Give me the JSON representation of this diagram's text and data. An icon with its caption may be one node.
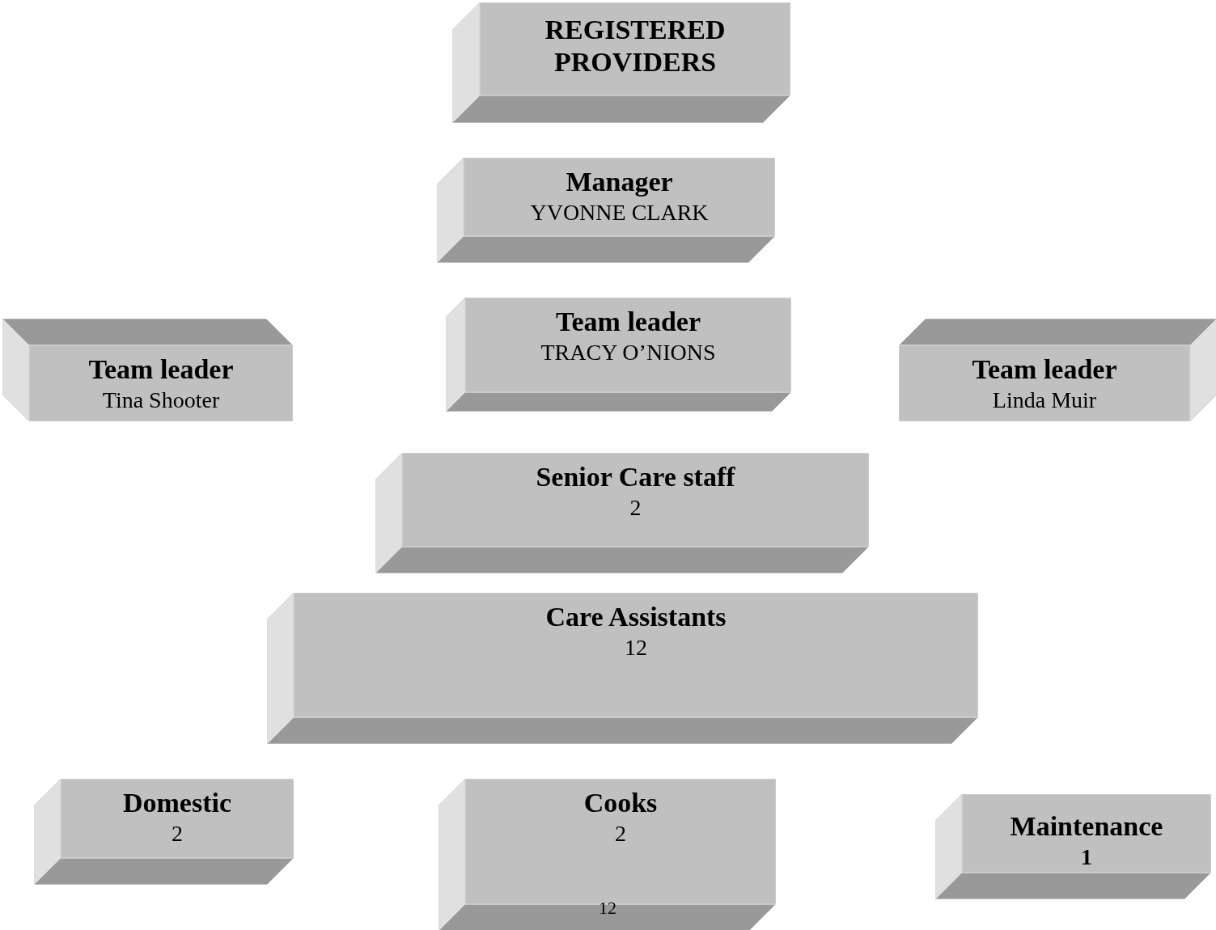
{
  "diagram": {
    "nodes": [
      {
        "text": [
          "REGISTERED PROVIDERS"
        ]
      },
      {
        "text": [
          "Manager",
          "YVONNE CLARK"
        ]
      },
      {
        "text": [
          "Team leader",
          "Tina Shooter"
        ]
      },
      {
        "text": [
          "Team leader",
          "TRACY O’NIONS"
        ]
      },
      {
        "text": [
          "Team leader",
          "Linda Muir"
        ]
      },
      {
        "text": [
          "Senior Care staff",
          "2"
        ]
      },
      {
        "text": [
          "Care Assistants",
          "12"
        ]
      },
      {
        "text": [
          "Domestic",
          "2"
        ]
      },
      {
        "text": [
          "Cooks",
          "2"
        ]
      },
      {
        "text": [
          "Maintenance",
          "1"
        ]
      }
    ],
    "labels": [
      "12"
    ]
  }
}
